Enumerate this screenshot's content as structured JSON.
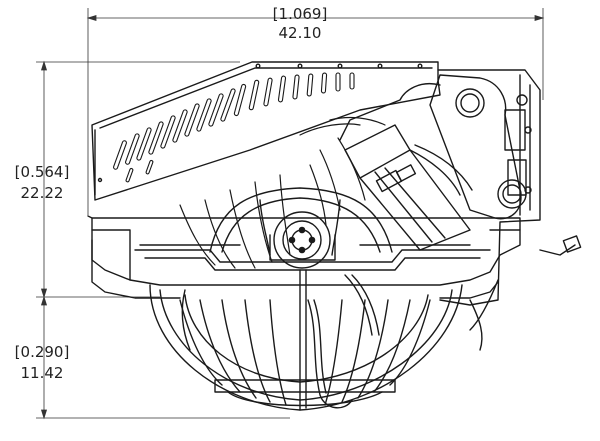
{
  "dimensions": {
    "width": {
      "inches": "[1.069]",
      "mm": "42.10"
    },
    "upper_height": {
      "inches": "[0.564]",
      "mm": "22.22"
    },
    "lower_height": {
      "inches": "[0.290]",
      "mm": "11.42"
    }
  },
  "colors": {
    "line": "#1a1a1a",
    "dimension": "#333333",
    "background": "#ffffff"
  }
}
